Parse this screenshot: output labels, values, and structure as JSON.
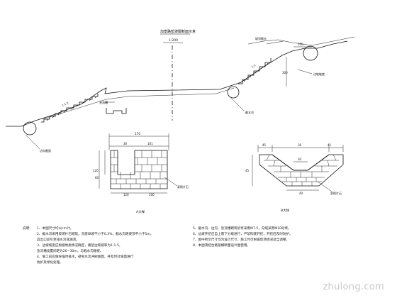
{
  "main_section": {
    "title": "加宽路堑坡脚断面示意",
    "scale": "1:200",
    "labels": {
      "top_right": "坡顶截水",
      "dim_top": "100",
      "dim_right": "300",
      "right_lower": "边坡坡度",
      "left_lower": "边沟截面",
      "mid_ditch": "截水沟",
      "mid_step": "急流槽",
      "slope_ratio_left": "1:1.5",
      "slope_ratio_right": "1:1"
    }
  },
  "detail_a": {
    "caption": "A大样",
    "dims": {
      "top": "170",
      "inner_left": "30",
      "inner_right": "101",
      "left": "120",
      "left2": "60",
      "bottom": "120",
      "bottom2": "100"
    },
    "note": "浆砌片石"
  },
  "detail_b": {
    "caption": "B大样",
    "dims": {
      "left": "45",
      "mid": "36",
      "right": "45",
      "inner": "30",
      "left_h": "45",
      "bottom": "40"
    },
    "note": "浆砌片石"
  },
  "notes_left": {
    "heading": "说明:",
    "lines": [
      "1、本图尺寸均以cm计。",
      "2、截水沟采用浆砌片石砌筑，沟底纵坡不小于0.3%，截水沟距坡顶不小于5m，",
      "   其出口应引至排水沟或涵洞。",
      "3、边坡坡度应根据地质情况确定，路堑边坡坡率为1:1.5，",
      "   急流槽设置间距为20~30m，与截水沟顺接。",
      "4、施工前应做好临时排水，避免水流冲刷坡面，并及时对坡面进行",
      "   防护及绿化处理。"
    ]
  },
  "notes_right": {
    "lines": [
      "5、截水沟、边沟、急流槽砌筑砂浆采用M7.5，勾缝采用M10砂浆。",
      "6、边坡开挖应自上而下分级进行，严禁掏底开挖，开挖后及时防护。",
      "7、图中所示尺寸均为设计尺寸，施工时可根据现场情况适当调整。",
      "8、本图须结合路基横断面设计图使用。"
    ]
  },
  "watermark": "zhulong.com"
}
